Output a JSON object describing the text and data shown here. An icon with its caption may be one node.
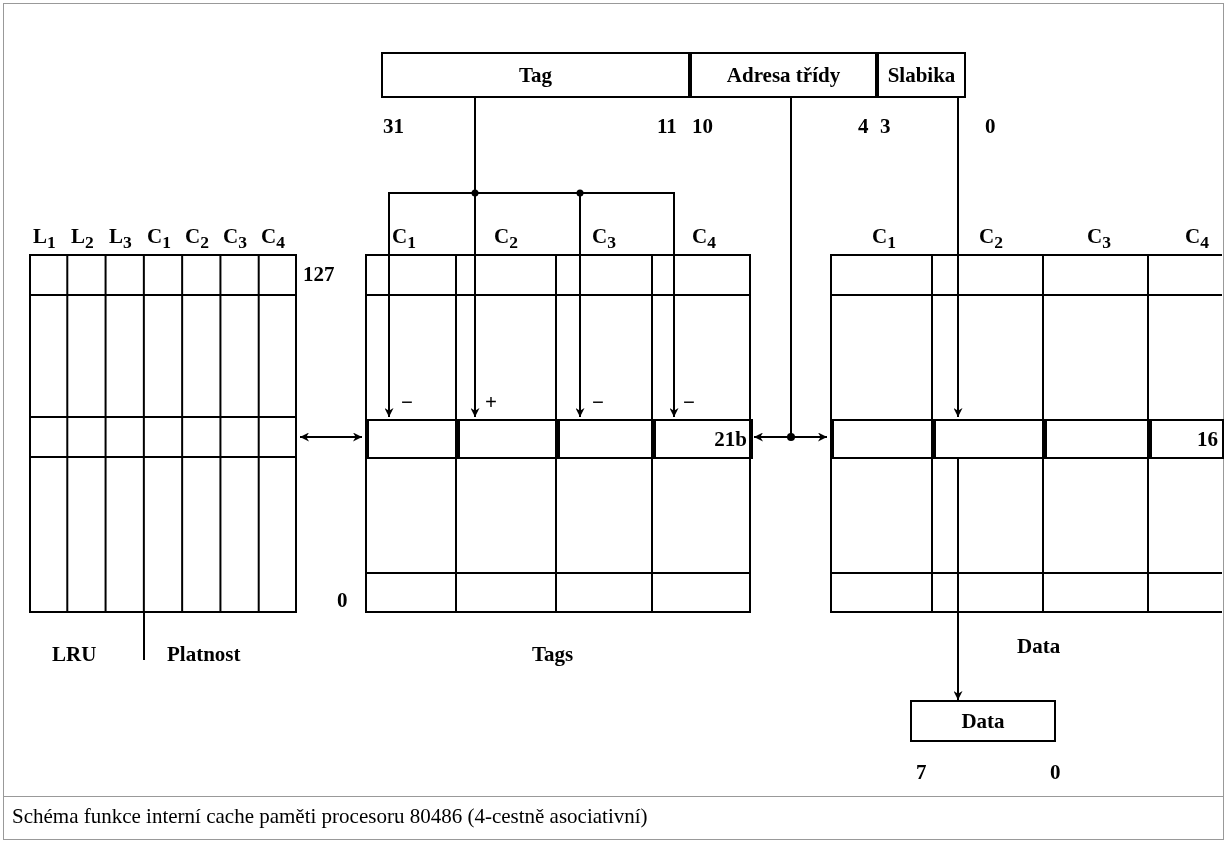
{
  "diagram": {
    "caption": "Schéma funkce interní cache paměti procesoru 80486 (4-cestně asociativní)",
    "nodes": [
      {
        "text": [
          "Tag"
        ],
        "beside": [
          "31",
          "11"
        ]
      },
      {
        "text": [
          "Adresa třídy"
        ],
        "beside": [
          "10",
          "4"
        ]
      },
      {
        "text": [
          "Slabika"
        ],
        "beside": [
          "3",
          "0"
        ]
      },
      {
        "text": [
          "LRU",
          "Platnost"
        ],
        "beside": [
          "L$_{1}$",
          "L$_{2}$",
          "L$_{3}$",
          "C$_{1}$",
          "C$_{2}$",
          "C$_{3}$",
          "C$_{4}$"
        ]
      },
      {
        "text": [
          "Tags"
        ],
        "beside": [
          "C$_{1}$",
          "C$_{2}$",
          "C$_{3}$",
          "C$_{4}$"
        ]
      },
      {
        "text": [],
        "shape": "box",
        "in": 4
      },
      {
        "text": [],
        "shape": "box",
        "in": 4
      },
      {
        "text": [],
        "shape": "box",
        "in": 4
      },
      {
        "text": [
          "21b"
        ],
        "in": 4
      },
      {
        "text": [
          "Data"
        ],
        "beside": [
          "C$_{1}$",
          "C$_{2}$",
          "C$_{3}$",
          "C$_{4}$"
        ]
      },
      {
        "text": [],
        "shape": "box",
        "in": 9
      },
      {
        "text": [],
        "shape": "box",
        "in": 9
      },
      {
        "text": [],
        "shape": "box",
        "in": 9
      },
      {
        "text": [
          "16"
        ],
        "in": 9
      },
      {
        "text": [
          "Data"
        ],
        "beside": [
          "7",
          "0"
        ]
      }
    ],
    "edges": [
      {
        "from": 0,
        "to": 5,
        "arrow": "to"
      },
      {
        "from": 0,
        "to": 6,
        "arrow": "to"
      },
      {
        "from": 0,
        "to": 7,
        "arrow": "to"
      },
      {
        "from": 0,
        "to": 8,
        "arrow": "to"
      },
      {
        "from": 3,
        "to": 4,
        "arrow": "both"
      },
      {
        "from": 4,
        "to": 9,
        "arrow": "both"
      },
      {
        "from": 1,
        "to": null,
        "arrow": "other"
      },
      {
        "from": 2,
        "to": 11,
        "arrow": "to"
      },
      {
        "from": 11,
        "to": 14,
        "arrow": "to"
      }
    ],
    "labels": [
      "127",
      "−",
      "+",
      "−",
      "−",
      "0"
    ]
  }
}
